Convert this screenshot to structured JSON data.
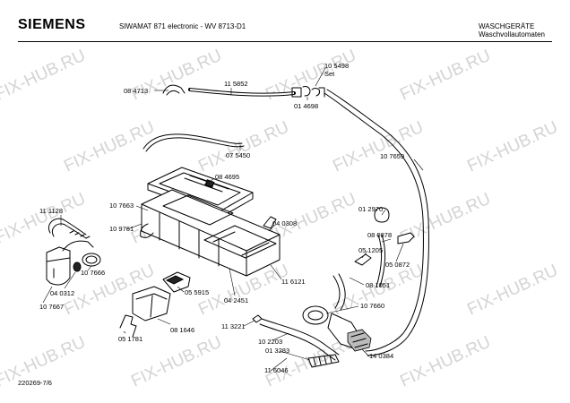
{
  "header": {
    "brand": "SIEMENS",
    "model": "SIWAMAT 871 electronic - WV 8713-D1",
    "category_line1": "WASCHGERÄTE",
    "category_line2": "Waschvollautomaten"
  },
  "watermark": "FIX-HUB.RU",
  "footer": {
    "diagram_id": "220269-7/6"
  },
  "parts": [
    {
      "id": "p-084713",
      "num": "08 4713"
    },
    {
      "id": "p-115852",
      "num": "11 5852"
    },
    {
      "id": "p-105498",
      "num": "10 5498"
    },
    {
      "id": "p-set",
      "num": "Set"
    },
    {
      "id": "p-014698",
      "num": "01 4698"
    },
    {
      "id": "p-075450",
      "num": "07 5450"
    },
    {
      "id": "p-084695",
      "num": "08 4695"
    },
    {
      "id": "p-107659",
      "num": "10 7659"
    },
    {
      "id": "p-111128",
      "num": "11 1128"
    },
    {
      "id": "p-107663",
      "num": "10 7663"
    },
    {
      "id": "p-109761",
      "num": "10 9761"
    },
    {
      "id": "p-040308",
      "num": "04 0308"
    },
    {
      "id": "p-012970",
      "num": "01 2970"
    },
    {
      "id": "p-051205",
      "num": "05 1205"
    },
    {
      "id": "p-080878",
      "num": "08 0878"
    },
    {
      "id": "p-050872",
      "num": "05 0872"
    },
    {
      "id": "p-107666",
      "num": "10 7666"
    },
    {
      "id": "p-040312",
      "num": "04 0312"
    },
    {
      "id": "p-107667",
      "num": "10 7667"
    },
    {
      "id": "p-055915",
      "num": "05 5915"
    },
    {
      "id": "p-042451",
      "num": "04 2451"
    },
    {
      "id": "p-116121",
      "num": "11 6121"
    },
    {
      "id": "p-081051",
      "num": "08 1051"
    },
    {
      "id": "p-081646",
      "num": "08 1646"
    },
    {
      "id": "p-051781",
      "num": "05 1781"
    },
    {
      "id": "p-113221",
      "num": "11 3221"
    },
    {
      "id": "p-107660",
      "num": "10 7660"
    },
    {
      "id": "p-102203",
      "num": "10 2203"
    },
    {
      "id": "p-013283",
      "num": "01 3283"
    },
    {
      "id": "p-140384",
      "num": "14 0384"
    },
    {
      "id": "p-116046",
      "num": "11 6046"
    }
  ]
}
